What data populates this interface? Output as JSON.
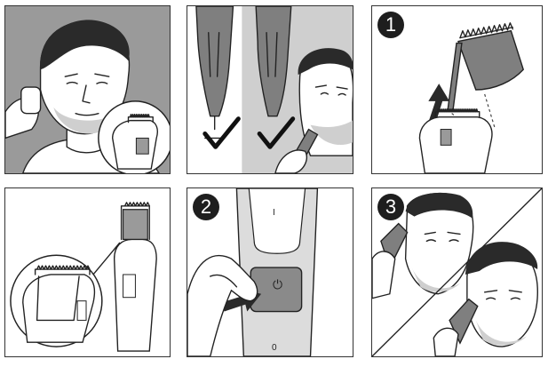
{
  "steps": {
    "step1": "1",
    "step2": "2",
    "step3": "3"
  },
  "device": {
    "power_symbol": "⏻",
    "top_mark": "I",
    "bottom_mark": "0"
  },
  "colors": {
    "panel_gray": "#9a9a9a",
    "outline": "#222222",
    "badge": "#1e1e1e"
  }
}
